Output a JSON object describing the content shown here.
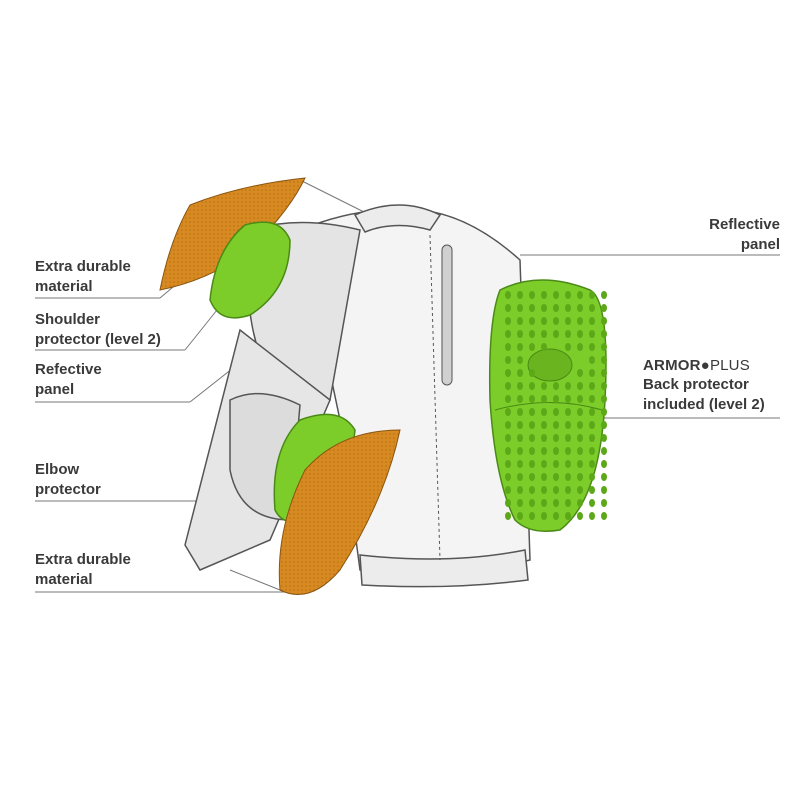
{
  "labels": {
    "extra_durable_top": {
      "line1": "Extra durable",
      "line2": "material"
    },
    "shoulder": {
      "line1": "Shoulder",
      "line2": "protector (level 2)"
    },
    "refective_panel": {
      "line1": "Refective",
      "line2": "panel"
    },
    "elbow": {
      "line1": "Elbow",
      "line2": "protector"
    },
    "extra_durable_bottom": {
      "line1": "Extra durable",
      "line2": "material"
    },
    "reflective_panel_right": {
      "line1": "Reflective",
      "line2": "panel"
    },
    "back_protector": {
      "brand_bold": "ARMOR",
      "brand_light": "PLUS",
      "line1": "Back protector",
      "line2": "included (level 2)"
    }
  },
  "colors": {
    "green": "#7ccc2a",
    "orange": "#d88a22",
    "jacket": "#e6e6e6",
    "outline": "#555555",
    "text": "#3a3a3a"
  }
}
